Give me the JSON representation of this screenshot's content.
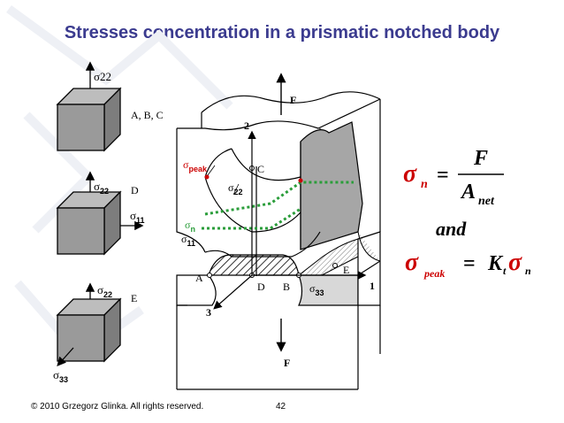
{
  "title": "Stresses concentration in a prismatic notched body",
  "footer": {
    "copyright": "© 2010 Grzegorz Glinka. All rights reserved.",
    "page_number": "42"
  },
  "cubes": {
    "top": {
      "label_top": "σ22",
      "label_pts": "A, B, C"
    },
    "middle": {
      "label_top": "σ22",
      "label_pt": "D",
      "label_right": "σ11"
    },
    "bottom": {
      "label_top": "σ22",
      "label_pt": "E",
      "label_bottom": "σ33"
    }
  },
  "body_labels": {
    "force_top": "F",
    "force_bottom": "F",
    "axis_2": "2",
    "axis_3": "3",
    "axis_1": "1",
    "sigma_peak": "σpeak",
    "sigma_22": "σ22",
    "sigma_n": "σn",
    "sigma_11": "σ11",
    "sigma_33": "σ33",
    "point_a": "A",
    "point_b": "B",
    "point_c": "C",
    "point_d": "D",
    "point_e": "E"
  },
  "formulas": {
    "sigma_n_lhs": "σ",
    "sigma_n_sub": "n",
    "equals": "=",
    "numerator": "F",
    "denominator": "A",
    "denominator_sub": "net",
    "and_text": "and",
    "peak_lhs": "σ",
    "peak_sub": "peak",
    "peak_rhs_k": "K",
    "peak_rhs_k_sub": "t",
    "peak_rhs_sigma": "σ",
    "peak_rhs_sigma_sub": "n"
  },
  "colors": {
    "title": "#3b3b8f",
    "peak": "#cc0000",
    "nominal": "#2a9d3a",
    "surface": "#a6a6a6"
  }
}
